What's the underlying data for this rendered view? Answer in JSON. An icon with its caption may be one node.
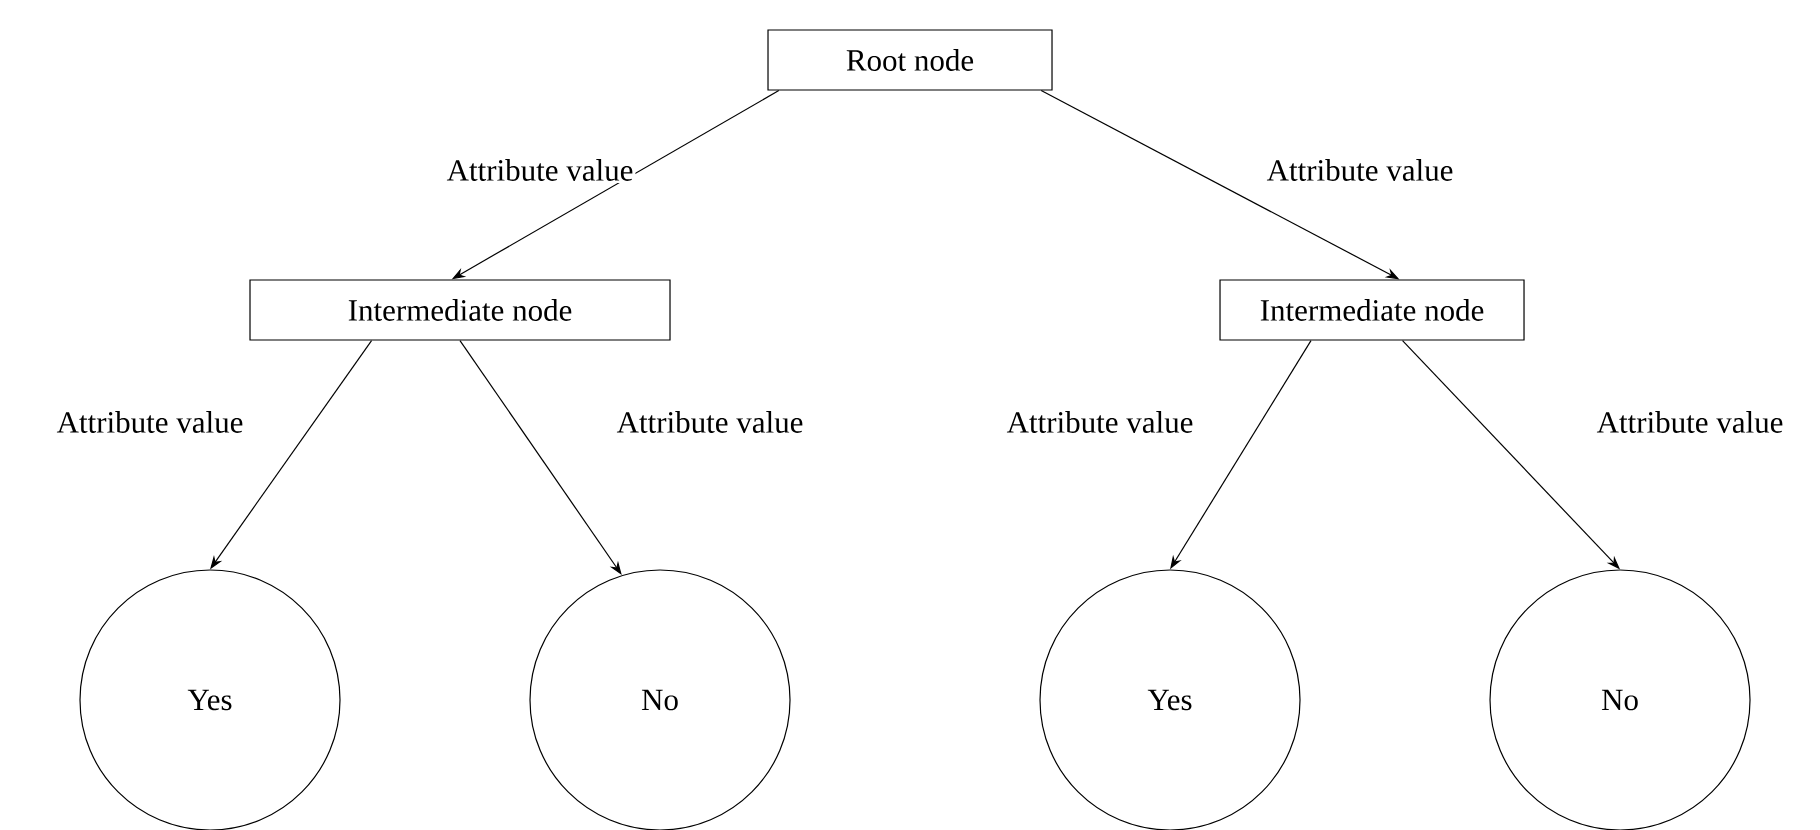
{
  "diagram": {
    "nodes": [
      {
        "text": [
          "Root node"
        ]
      },
      {
        "text": [
          "Intermediate node"
        ]
      },
      {
        "text": [
          "Intermediate node"
        ]
      },
      {
        "text": [
          "Yes"
        ]
      },
      {
        "text": [
          "No"
        ]
      },
      {
        "text": [
          "Yes"
        ]
      },
      {
        "text": [
          "No"
        ]
      }
    ],
    "edges": [
      {
        "from": 0,
        "to": 1,
        "arrow": "to",
        "label": "Attribute value"
      },
      {
        "from": 0,
        "to": 2,
        "arrow": "to",
        "label": "Attribute value"
      },
      {
        "from": 1,
        "to": 3,
        "arrow": "to",
        "label": "Attribute value"
      },
      {
        "from": 1,
        "to": 4,
        "arrow": "to",
        "label": "Attribute value"
      },
      {
        "from": 2,
        "to": 5,
        "arrow": "to",
        "label": "Attribute value"
      },
      {
        "from": 2,
        "to": 6,
        "arrow": "to",
        "label": "Attribute value"
      }
    ]
  }
}
